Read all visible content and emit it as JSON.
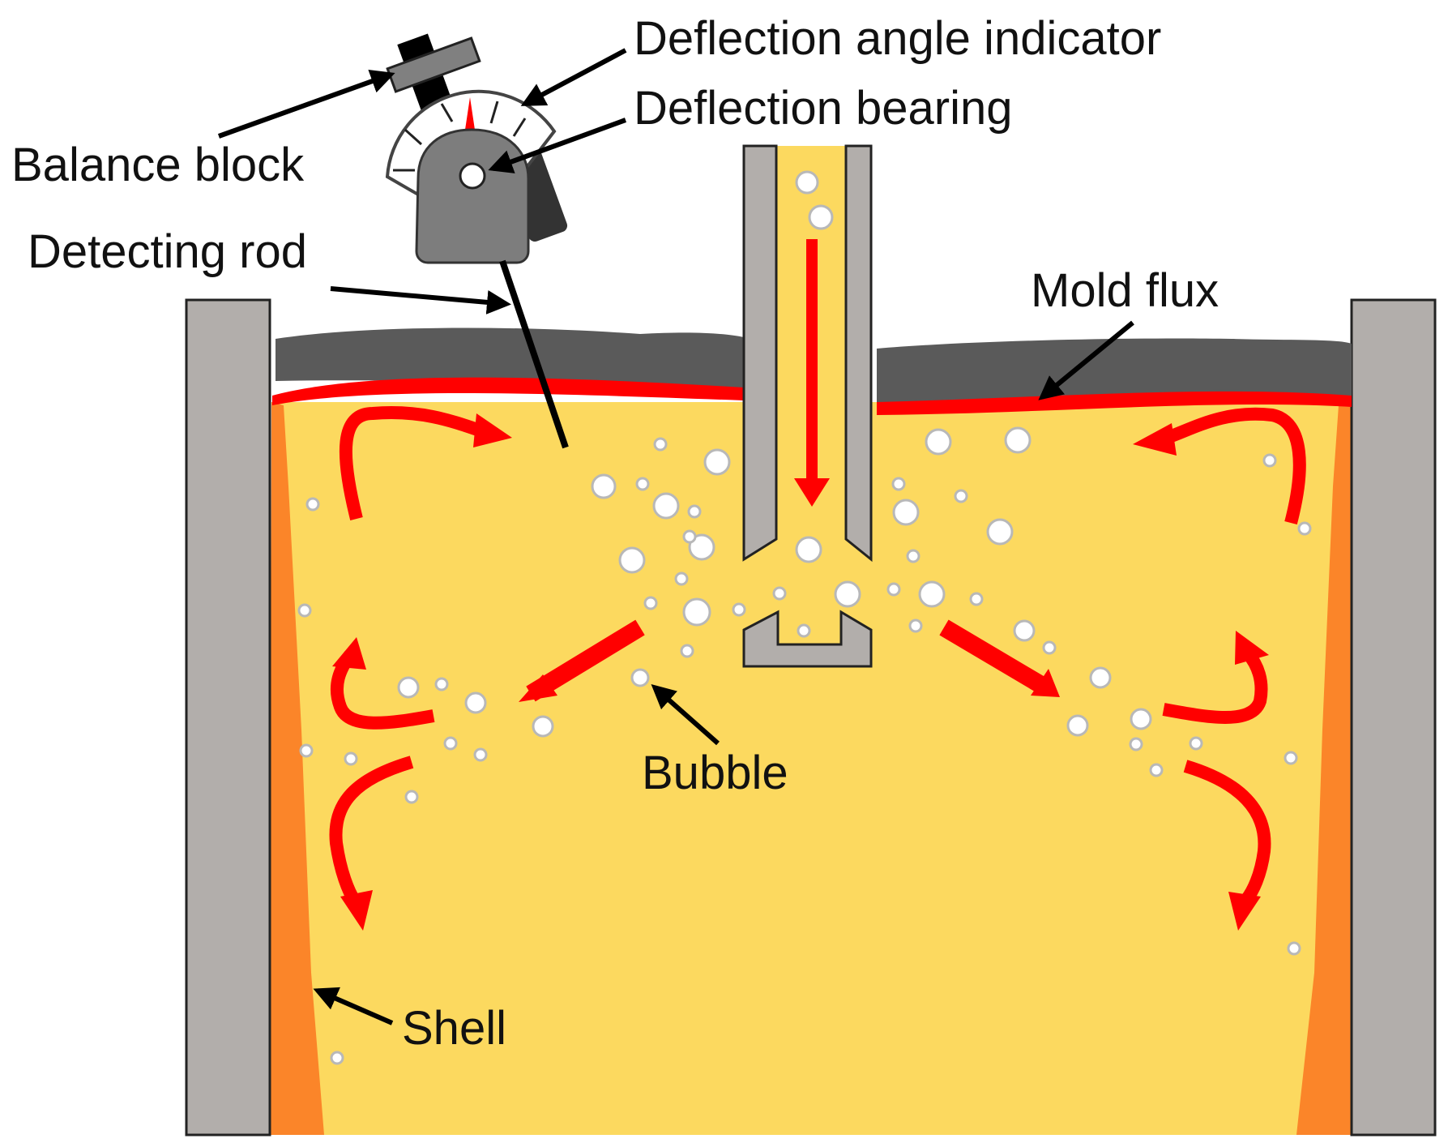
{
  "labels": {
    "deflection_angle_indicator": "Deflection angle indicator",
    "deflection_bearing": "Deflection bearing",
    "balance_block": "Balance block",
    "detecting_rod": "Detecting rod",
    "mold_flux": "Mold flux",
    "bubble": "Bubble",
    "shell": "Shell"
  },
  "colors": {
    "mold_wall": "#b2aeab",
    "molten_steel": "#fcd95f",
    "shell": "#fb8529",
    "flux": "#5a5a5a",
    "flux_liquid": "#ff0000",
    "flow_arrow": "#ff0000",
    "bubble": "#ffffff",
    "device": "#7d7d7d"
  }
}
